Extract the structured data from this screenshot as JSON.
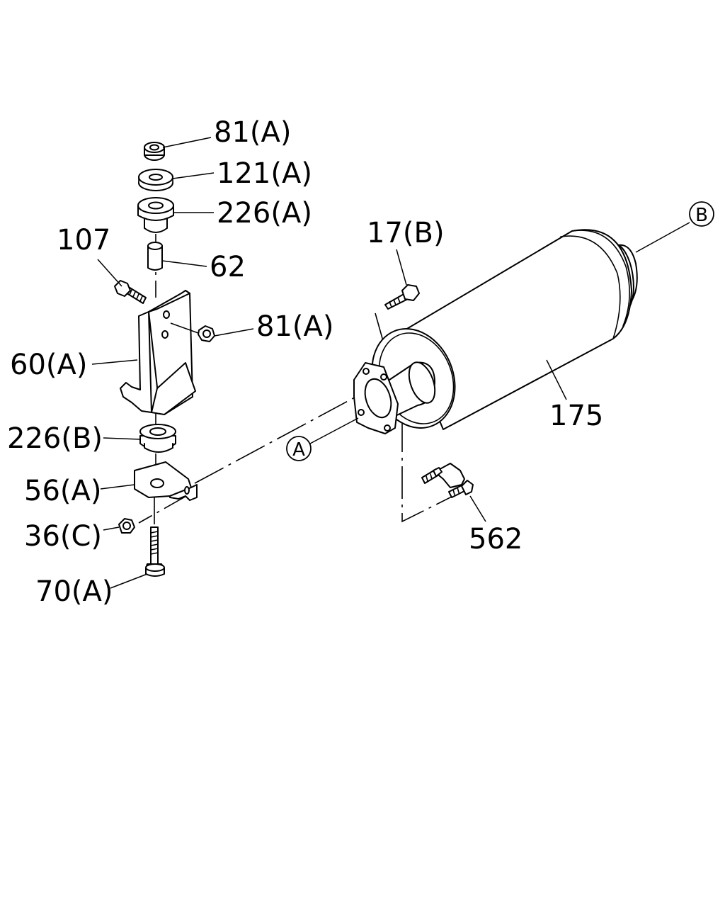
{
  "diagram": {
    "labels": {
      "p81a_top": "81(A)",
      "p121a": "121(A)",
      "p226a": "226(A)",
      "p107": "107",
      "p62": "62",
      "p81a_mid": "81(A)",
      "p60a": "60(A)",
      "p226b": "226(B)",
      "p56a": "56(A)",
      "p36c": "36(C)",
      "p70a": "70(A)",
      "p17b": "17(B)",
      "p175": "175",
      "p562": "562"
    },
    "refs": {
      "a": "A",
      "b": "B"
    }
  }
}
